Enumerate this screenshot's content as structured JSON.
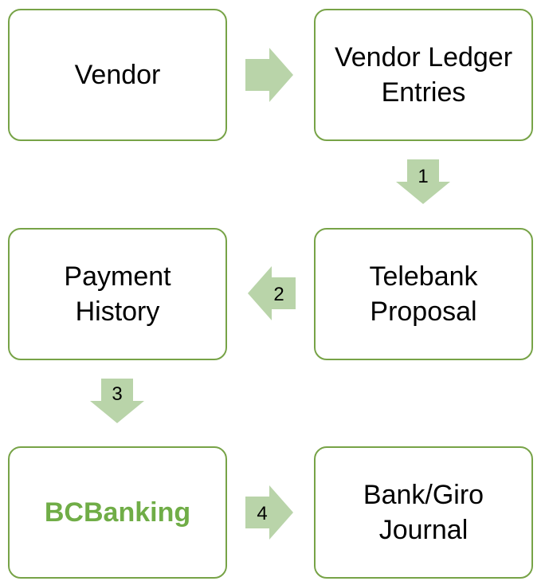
{
  "colors": {
    "node_border": "#77a347",
    "arrow_fill": "#b9d4a9",
    "highlight_text": "#70ad47"
  },
  "nodes": {
    "vendor": "Vendor",
    "vendor_ledger_entries": "Vendor Ledger\nEntries",
    "telebank_proposal": "Telebank\nProposal",
    "payment_history": "Payment\nHistory",
    "bcbanking": "BCBanking",
    "bank_giro_journal": "Bank/Giro\nJournal"
  },
  "arrows": {
    "vendor_to_ledger": "",
    "ledger_to_telebank": "1",
    "telebank_to_payment": "2",
    "payment_to_bcbanking": "3",
    "bcbanking_to_bankgiro": "4"
  }
}
